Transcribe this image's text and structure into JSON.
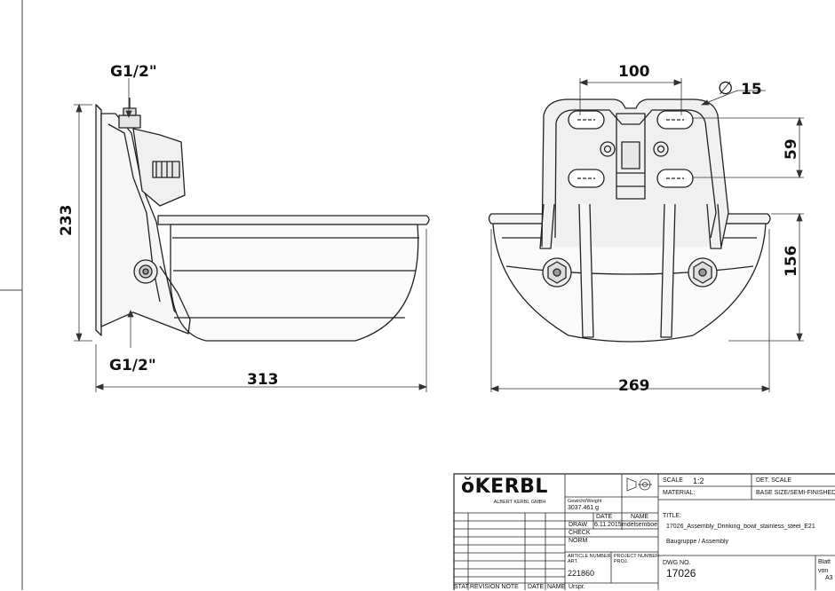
{
  "dimensions": {
    "thread_top": "G1/2\"",
    "thread_bottom": "G1/2\"",
    "height_total": "233",
    "length": "313",
    "hole_spacing": "100",
    "hole_diameter_symbol": "∅",
    "hole_diameter": "15",
    "hole_height": "59",
    "bowl_height": "156",
    "width": "269"
  },
  "title_block": {
    "logo": "KERBL",
    "logo_mark": "ŏ",
    "company_tiny": "ALBERT KERBL GMBH",
    "weight_label": "Gewicht/Weight",
    "weight_value": "3037.461 g",
    "date_header": "DATE",
    "name_header": "NAME",
    "draw_label": "DRAW",
    "draw_date": "6.11.2015",
    "draw_name": "mdelsemboed",
    "check_label": "CHECK",
    "norm_label": "NORM",
    "article_number_label": "ARTICLE NUMBER",
    "article_number_sub": "ART.",
    "article_number_value": "221860",
    "project_number_label": "PROJECT NUMBER",
    "project_number_sub": "PROJ.",
    "scale_label": "SCALE",
    "scale_value": "1:2",
    "det_scale_label": "DET. SCALE",
    "material_label": "MATERIAL:",
    "base_size_label": "BASE SIZE/SEMI-FINISHED PART",
    "title_label": "TITLE:",
    "title_line1": "17026_Assembly_Drinking_bowl_stainless_steel_E21",
    "title_line2": "Baugruppe / Assembly",
    "dwg_label": "DWG NO.",
    "dwg_value": "17026",
    "blatt_label": "Blatt",
    "von_label": "von",
    "sheet_size": "A3",
    "stat_label": "STAT",
    "revision_label": "REVISION NOTE",
    "rev_date_label": "DATE",
    "rev_name_label": "NAME",
    "rev_extra": "Urspr."
  }
}
